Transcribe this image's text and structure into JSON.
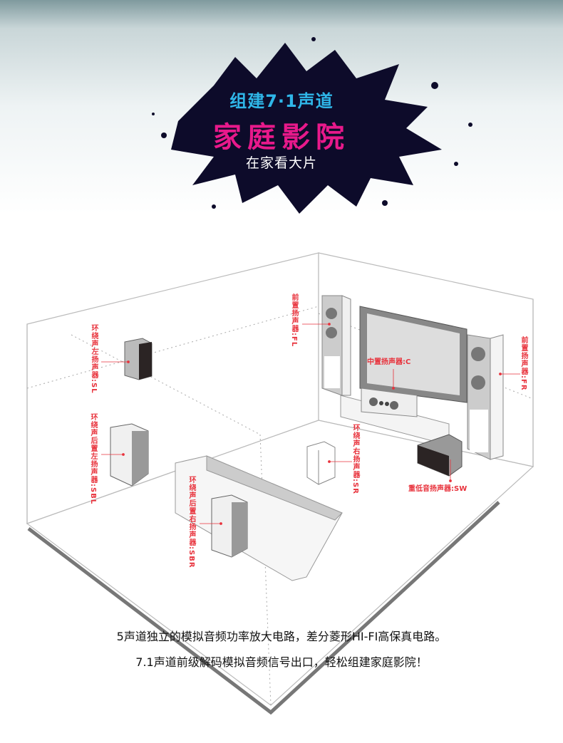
{
  "hero": {
    "subtitle_top": "组建7·1声道",
    "title": "家庭影院",
    "tagline": "在家看大片"
  },
  "labels": {
    "sl": "环绕声左扬声器:SL",
    "sbl": "环绕声后置左扬声器:SBL",
    "sbr": "环绕声后置右扬声器:SBR",
    "fl": "前置扬声器:FL",
    "c": "中置扬声器:C",
    "fr": "前置扬声器:FR",
    "sr": "环绕声右扬声器:SR",
    "sw": "重低音扬声器:SW"
  },
  "caption": {
    "line1": "5声道独立的模拟音频功率放大电路，差分菱形HI-FI高保真电路。",
    "line2": "7.1声道前级解码模拟音频信号出口，轻松组建家庭影院！"
  },
  "colors": {
    "splash": "#0d0b2a",
    "cyan": "#2fb6e8",
    "magenta": "#e8198b",
    "label": "#e8323c"
  }
}
